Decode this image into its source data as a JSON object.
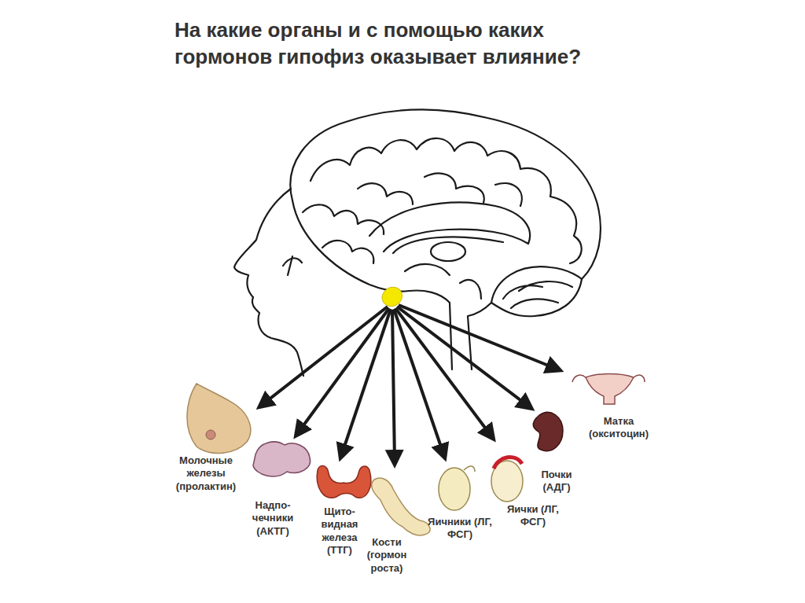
{
  "diagram": {
    "title": "На какие органы и с помощью каких гормонов гипофиз оказывает влияние?",
    "labels": [
      "Молочные железы (пролактин)",
      "Надпо- чечники (АКТГ)",
      "Щито- видная железа (ТТГ)",
      "Кости (гормон роста)",
      "Яичники (ЛГ, ФСГ)",
      "Яички (ЛГ, ФСГ)",
      "Почки (АДГ)",
      "Матка (окситоцин)"
    ]
  }
}
